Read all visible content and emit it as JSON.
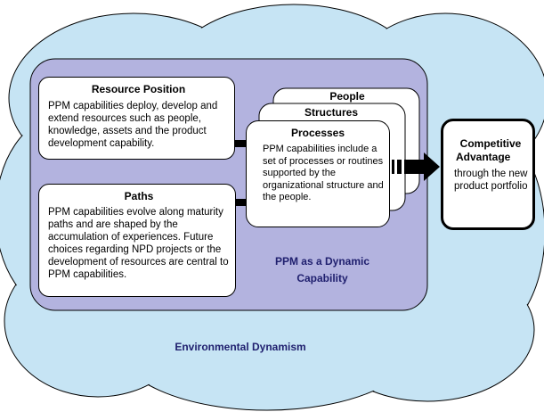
{
  "diagram": {
    "environment_label": "Environmental Dynamism",
    "core_label_line1": "PPM as a Dynamic",
    "core_label_line2": "Capability",
    "resource_position": {
      "title": "Resource Position",
      "body": "PPM capabilities deploy, develop and extend resources such as people, knowledge, assets and the product development capability."
    },
    "paths": {
      "title": "Paths",
      "body": "PPM capabilities evolve along maturity paths and are shaped by the accumulation of experiences. Future choices regarding NPD projects or the development of resources are central to PPM capabilities."
    },
    "people": {
      "title": "People"
    },
    "structures": {
      "title": "Structures"
    },
    "processes": {
      "title": "Processes",
      "body": "PPM capabilities include a set of processes or routines supported by the organizational structure and the people."
    },
    "competitive_advantage": {
      "title_line1": "Competitive",
      "title_line2": "Advantage",
      "body": "through the new product portfolio"
    },
    "colors": {
      "cloud_fill": "#c6e4f4",
      "core_fill": "#b3b3df",
      "text_blue": "#1f1f6e",
      "stroke": "#000000"
    }
  }
}
